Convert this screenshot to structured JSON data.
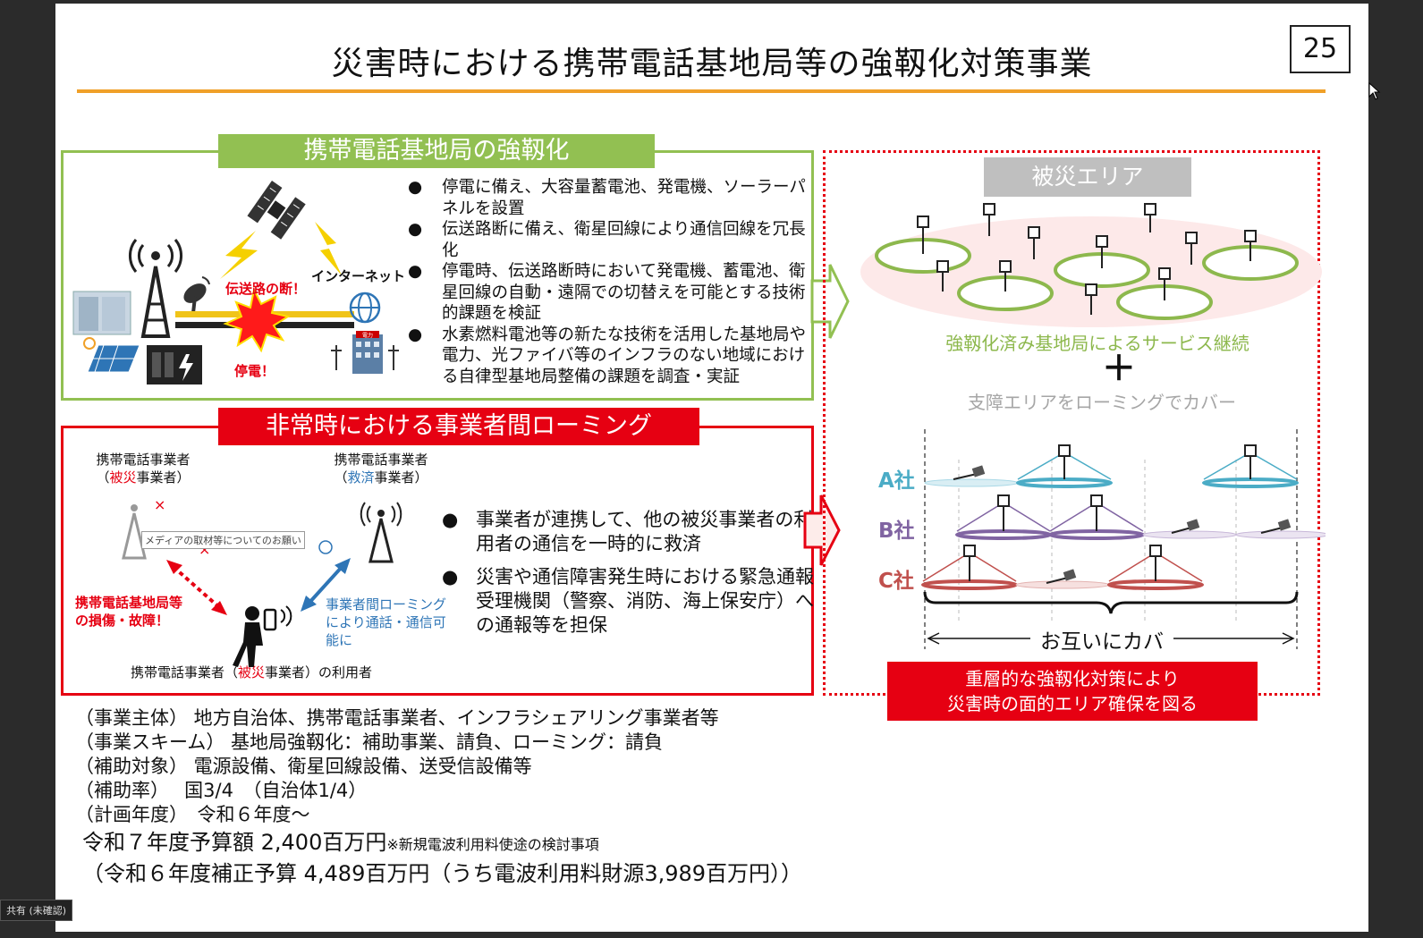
{
  "slide": {
    "title": "災害時における携帯電話基地局等の強靱化対策事業",
    "page_number": "25"
  },
  "resilience": {
    "heading": "携帯電話基地局の強靱化",
    "cable_cut": "伝送路の断！",
    "internet": "インターネット",
    "power_outage": "停電！",
    "power_company_sign": "電力",
    "bullets": [
      "停電に備え、大容量蓄電池、発電機、ソーラーパネルを設置",
      "伝送路断に備え、衛星回線により通信回線を冗長化",
      "停電時、伝送路断時において発電機、蓄電池、衛星回線の自動・遠隔での切替えを可能とする技術的課題を検証",
      "水素燃料電池等の新たな技術を活用した基地局や電力、光ファイバ等のインフラのない地域における自律型基地局整備の課題を調査・実証"
    ]
  },
  "roaming": {
    "heading": "非常時における事業者間ローミング",
    "carrier_victim_1": "携帯電話事業者",
    "carrier_victim_2a": "（",
    "carrier_victim_2b": "被災",
    "carrier_victim_2c": "事業者）",
    "carrier_rescue_1": "携帯電話事業者",
    "carrier_rescue_2a": "（",
    "carrier_rescue_2b": "救済",
    "carrier_rescue_2c": "事業者）",
    "tooltip": "メディアの取材等についてのお願い",
    "damage": "携帯電話基地局等の損傷・故障！",
    "roaming_label": "事業者間ローミングにより通話・通信可能に",
    "user_a": "携帯電話事業者（",
    "user_b": "被災",
    "user_c": "事業者）の利用者",
    "bullets": [
      "事業者が連携して、他の被災事業者の利用者の通信を一時的に救済",
      "災害や通信障害発生時における緊急通報受理機関（警察、消防、海上保安庁）への通報等を担保"
    ]
  },
  "area": {
    "heading": "被災エリア",
    "continued": "強靱化済み基地局によるサービス継続",
    "plus": "＋",
    "roaming_cover": "支障エリアをローミングでカバー",
    "companies": [
      "A社",
      "B社",
      "C社"
    ],
    "mutual_cover": "お互いにカバー",
    "summary_1": "重層的な強靱化対策により",
    "summary_2": "災害時の面的エリア確保を図る"
  },
  "info": {
    "lines": [
      "（事業主体） 地方自治体、携帯電話事業者、インフラシェアリング事業者等",
      "（事業スキーム） 基地局強靱化：補助事業、請負、ローミング：請負",
      "（補助対象） 電源設備、衛星回線設備、送受信設備等",
      "（補助率）　 国3/4　（自治体1/4）",
      "（計画年度）　令和６年度～"
    ],
    "budget_main": "令和７年度予算額 2,400百万円",
    "budget_note": "※新規電波利用料使途の検討事項",
    "budget_supp": "（令和６年度補正予算 4,489百万円（うち電波利用料財源3,989百万円））"
  },
  "overlay": {
    "share_badge": "共有 (未確認)"
  },
  "colors": {
    "green": "#92c052",
    "red": "#e60012",
    "orange": "#f0a028",
    "company_a": "#4bacc6",
    "company_b": "#8064a2",
    "company_c": "#c0504d"
  }
}
